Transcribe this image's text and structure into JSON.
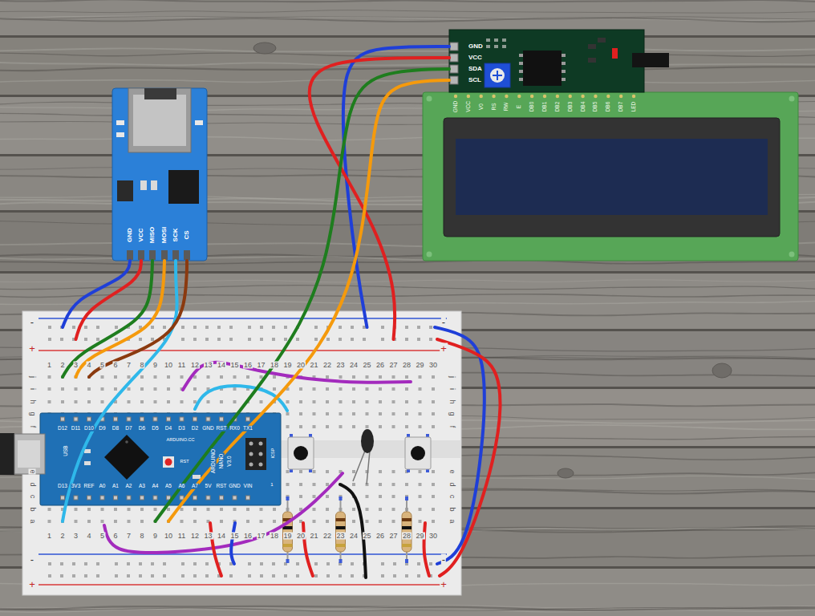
{
  "diagram": {
    "nodes": [
      {
        "text": [
          "GND",
          "VCC",
          "SDA",
          "SCL"
        ]
      },
      {
        "text": [
          "GND",
          "VCC",
          "V0",
          "RS",
          "RW",
          "E",
          "DB0",
          "DB1",
          "DB2",
          "DB3",
          "DB4",
          "DB5",
          "DB6",
          "DB7",
          "LED"
        ]
      },
      {
        "text": [
          "GND",
          "VCC",
          "MISO",
          "MOSI",
          "SCK",
          "CS"
        ]
      },
      {
        "text": [
          "-",
          "-",
          "+",
          "+",
          "1",
          "2",
          "3",
          "4",
          "5",
          "6",
          "7",
          "8",
          "9",
          "10",
          "11",
          "12",
          "13",
          "14",
          "15",
          "16",
          "17",
          "18",
          "19",
          "20",
          "21",
          "22",
          "23",
          "24",
          "25",
          "26",
          "27",
          "28",
          "29",
          "30",
          "j",
          "j",
          "i",
          "i",
          "h",
          "h",
          "g",
          "g",
          "f",
          "f",
          "e",
          "e",
          "d",
          "d",
          "c",
          "c",
          "b",
          "b",
          "a",
          "a",
          "1",
          "2",
          "3",
          "4",
          "5",
          "6",
          "7",
          "8",
          "9",
          "10",
          "11",
          "12",
          "13",
          "14",
          "15",
          "16",
          "17",
          "18",
          "19",
          "20",
          "21",
          "22",
          "23",
          "24",
          "25",
          "26",
          "27",
          "28",
          "29",
          "30",
          "-",
          "-",
          "+",
          "+"
        ]
      },
      {
        "text": [
          "D12",
          "D11",
          "D10",
          "D9",
          "D8",
          "D7",
          "D6",
          "D5",
          "D4",
          "D3",
          "D2",
          "GND",
          "RST",
          "RX0",
          "TX1",
          "USB",
          "ARDUINO.CC",
          "RST",
          "ARDUINO",
          "NANO",
          "V3.0",
          "ICSP",
          "1",
          "D13",
          "3V3",
          "REF",
          "A0",
          "A1",
          "A2",
          "A3",
          "A4",
          "A5",
          "A6",
          "A7",
          "5V",
          "RST",
          "GND",
          "VIN"
        ],
        "in": 3
      }
    ],
    "edges": [
      {
        "from": 2,
        "to": 3,
        "arrow": "none"
      },
      {
        "from": 2,
        "to": 3,
        "arrow": "none"
      },
      {
        "from": 2,
        "to": 3,
        "arrow": "none"
      },
      {
        "from": 2,
        "to": 3,
        "arrow": "none"
      },
      {
        "from": 2,
        "to": 3,
        "arrow": "none"
      },
      {
        "from": 2,
        "to": 3,
        "arrow": "none"
      },
      {
        "from": 0,
        "to": 3,
        "arrow": "none"
      },
      {
        "from": 0,
        "to": 3,
        "arrow": "none"
      },
      {
        "from": 0,
        "to": 3,
        "arrow": "none"
      },
      {
        "from": 0,
        "to": 3,
        "arrow": "none"
      }
    ]
  }
}
